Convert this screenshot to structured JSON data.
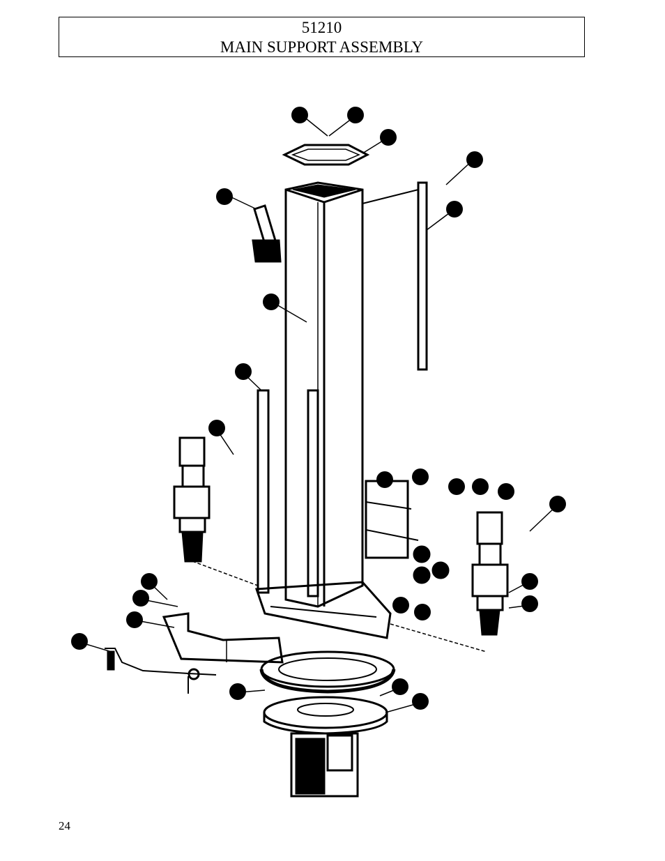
{
  "header": {
    "part_number": "51210",
    "title": "MAIN SUPPORT ASSEMBLY"
  },
  "footer": {
    "page_number": "24"
  }
}
